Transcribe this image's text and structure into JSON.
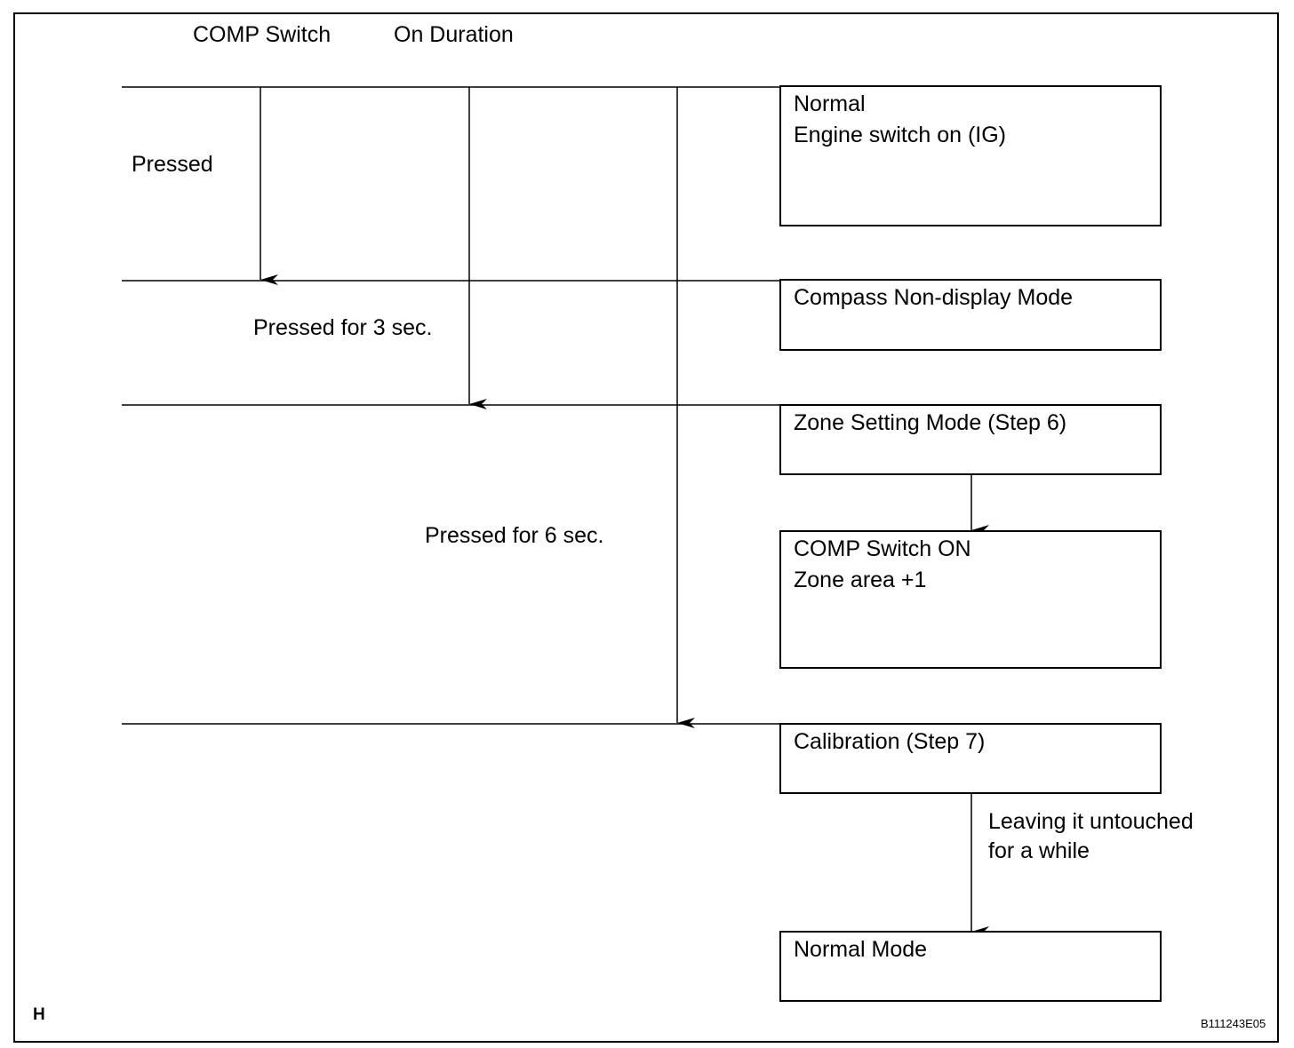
{
  "header": {
    "comp_switch": "COMP Switch",
    "on_duration": "On Duration"
  },
  "durations": {
    "pressed": "Pressed",
    "pressed_3": "Pressed for 3 sec.",
    "pressed_6": "Pressed for 6 sec."
  },
  "boxes": {
    "normal": {
      "line1": "Normal",
      "line2": "Engine switch on (IG)"
    },
    "compass": {
      "line1": "Compass Non-display Mode"
    },
    "zone": {
      "line1": "Zone Setting Mode (Step 6)"
    },
    "comp_on": {
      "line1": "COMP Switch ON",
      "line2": "Zone area +1"
    },
    "calibration": {
      "line1": "Calibration (Step 7)"
    },
    "normal_mode": {
      "line1": "Normal Mode"
    }
  },
  "transition": {
    "line1": "Leaving it untouched",
    "line2": "for a while"
  },
  "footer": {
    "corner_letter": "H",
    "figure_code": "B111243E05"
  }
}
